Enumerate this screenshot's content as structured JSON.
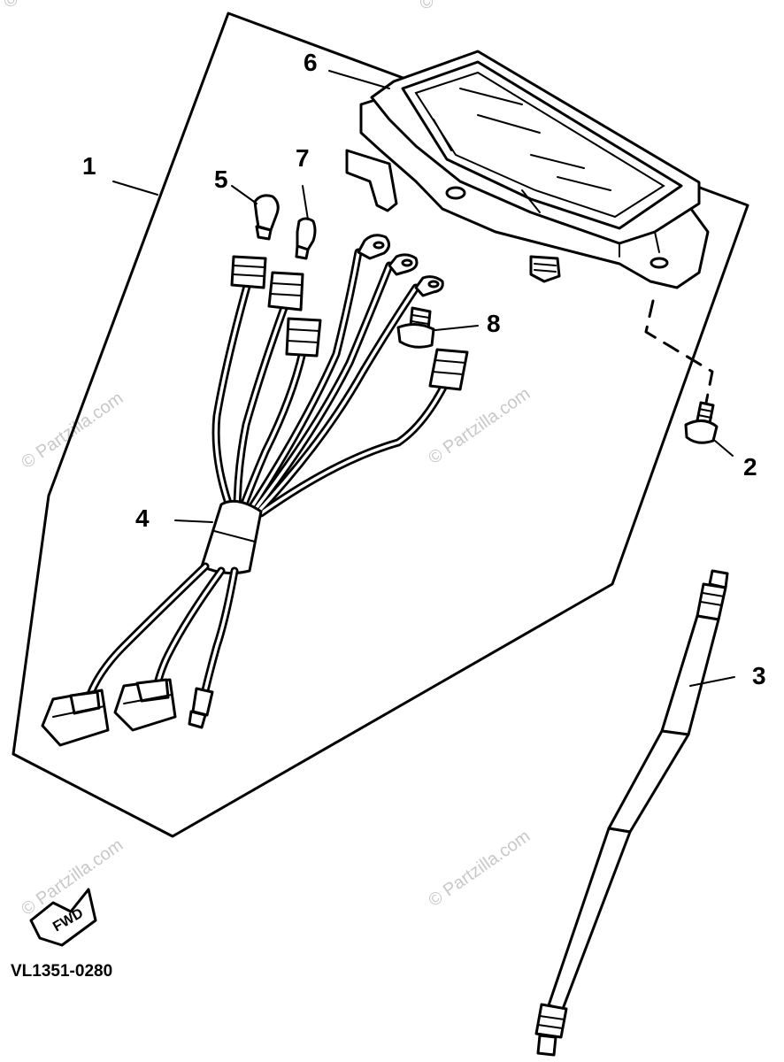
{
  "callouts": {
    "c1": "1",
    "c2": "2",
    "c3": "3",
    "c4": "4",
    "c5": "5",
    "c6": "6",
    "c7": "7",
    "c8": "8"
  },
  "diagram_code": "VL1351-0280",
  "fwd_label": "FWD",
  "watermark": "© Partzilla.com"
}
